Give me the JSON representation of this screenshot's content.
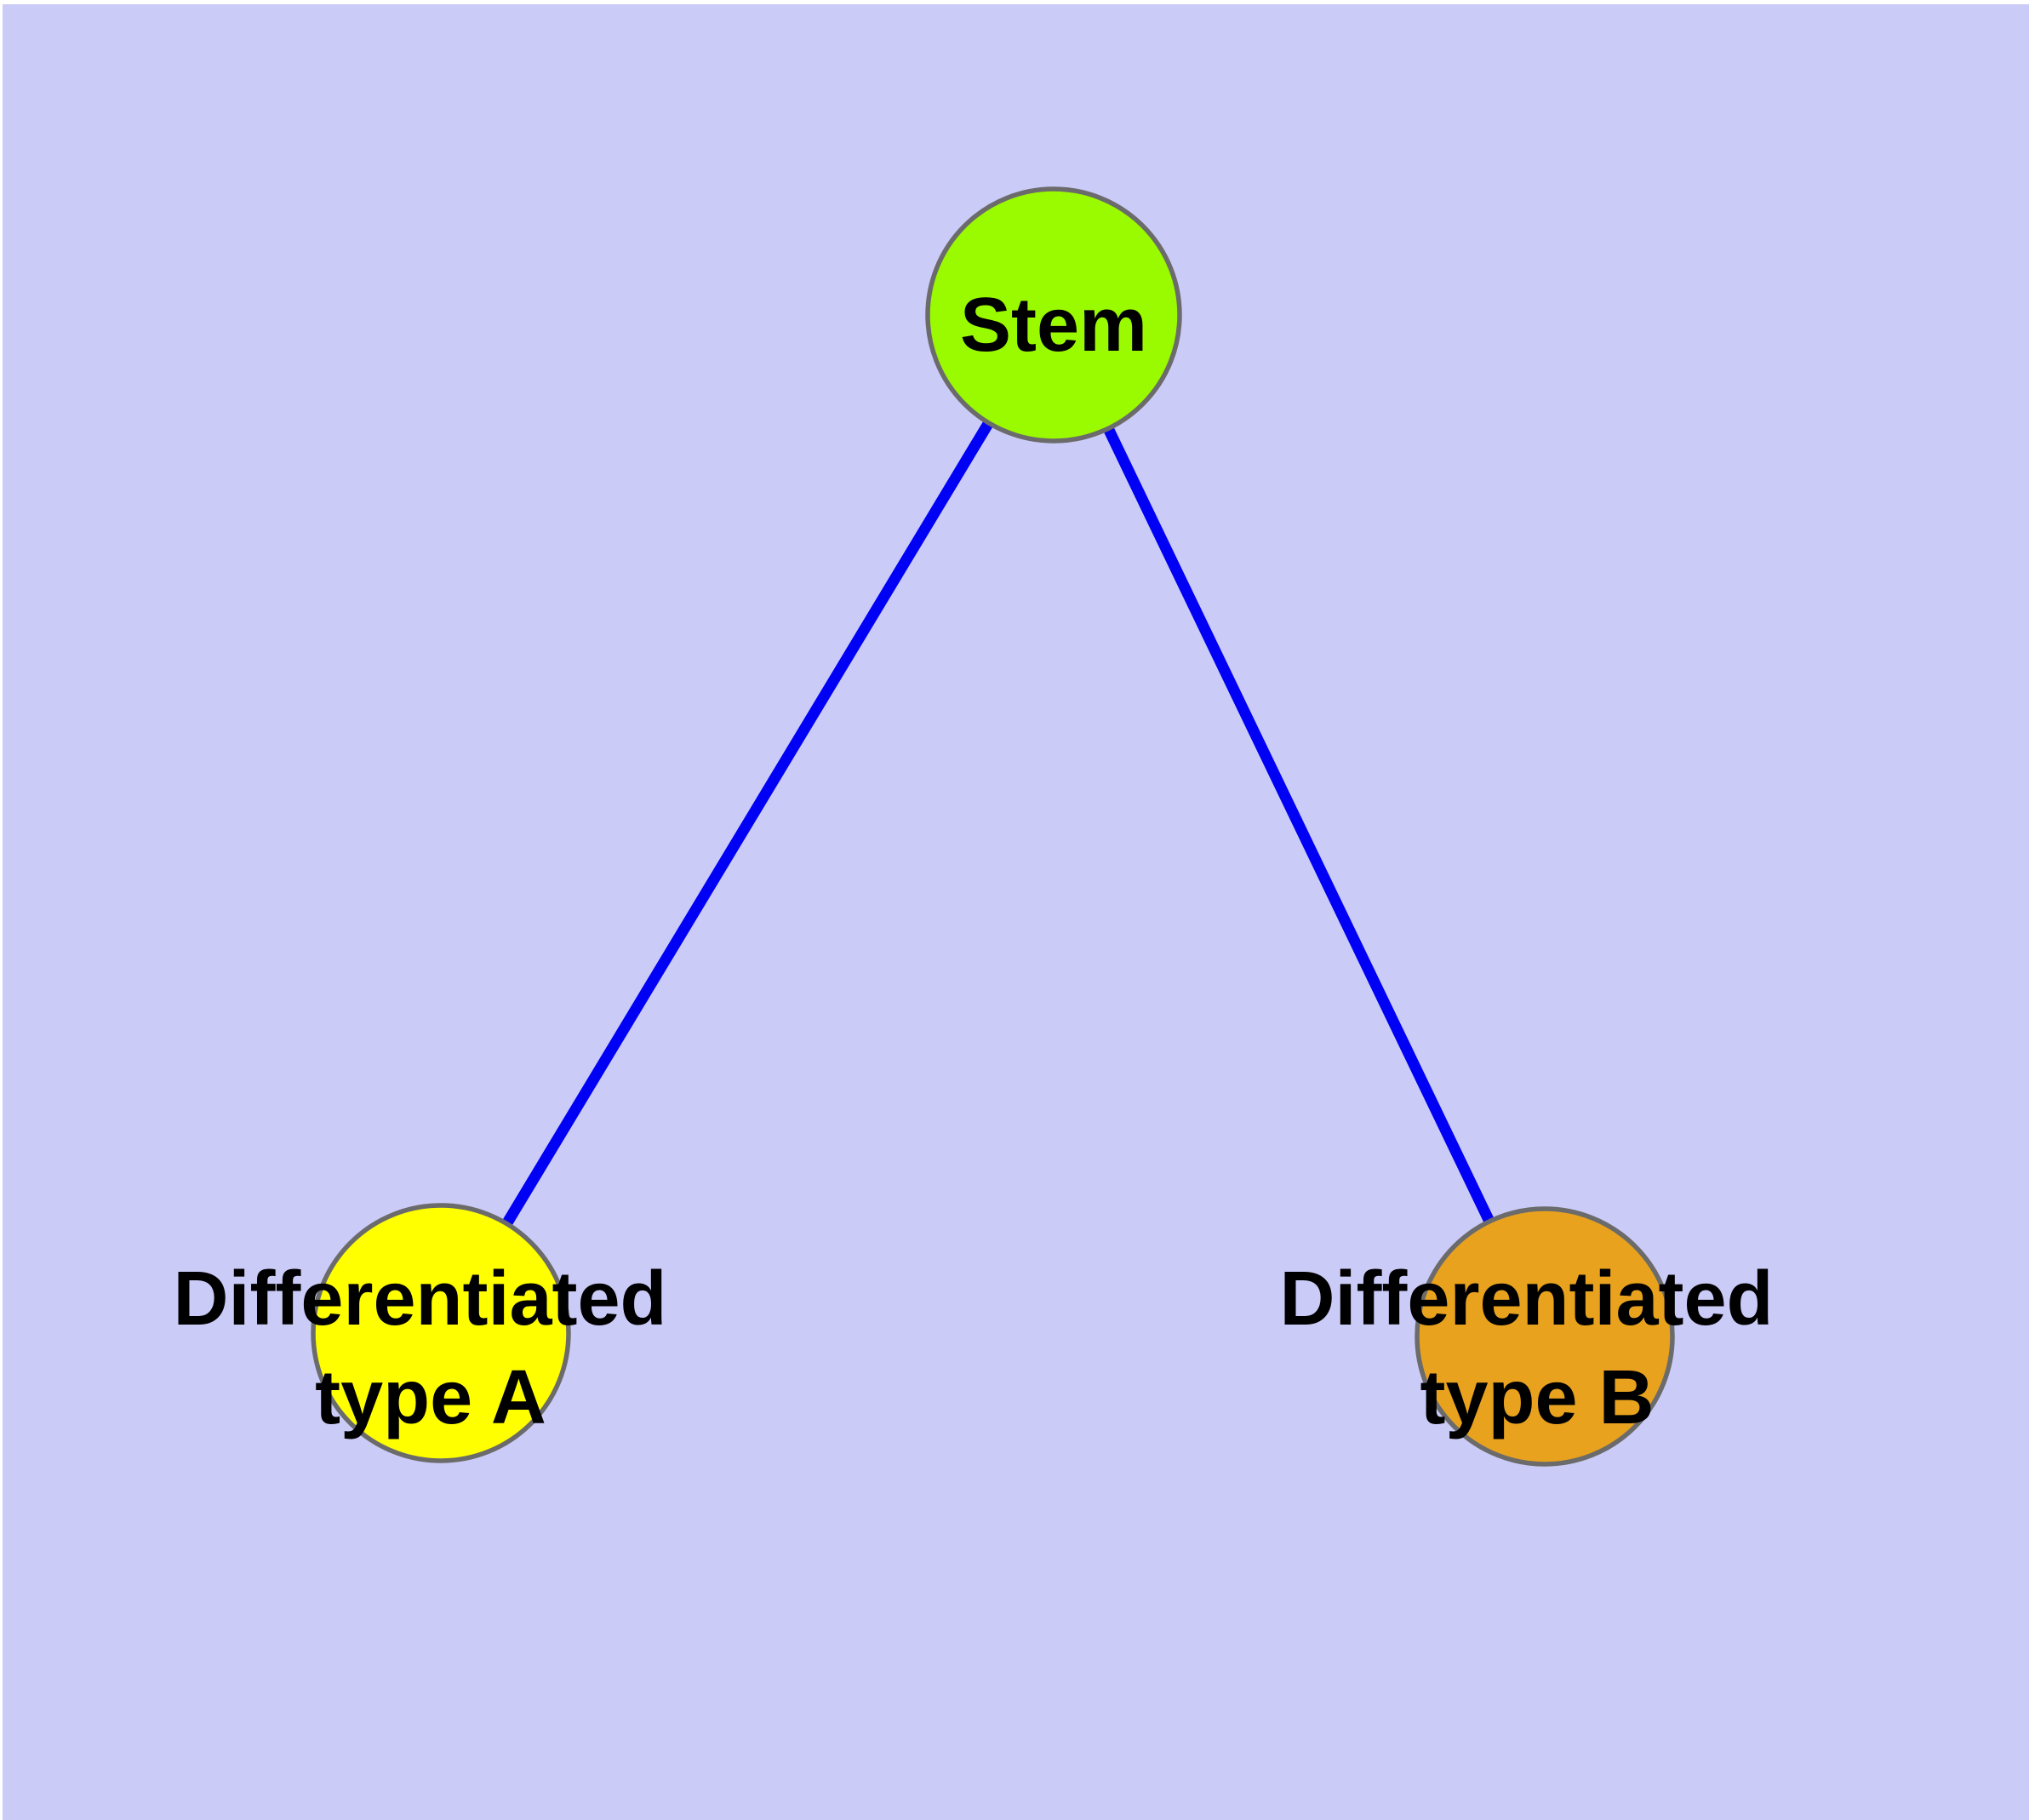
{
  "diagram": {
    "type": "graph",
    "colors": {
      "plot_background": "#CBCBF8",
      "page_margin": "#FFFFFF",
      "edge": "#0000F5",
      "node_border": "#6B6B6B",
      "label_text": "#000000"
    },
    "nodes": [
      {
        "id": "stem",
        "label": "Stem",
        "label_lines": [
          "Stem"
        ],
        "fill": "#9AFA00"
      },
      {
        "id": "differentiated-type-a",
        "label": "Differentiated type A",
        "label_lines": [
          "Differentiated",
          "type A"
        ],
        "fill": "#FFFF00"
      },
      {
        "id": "differentiated-type-b",
        "label": "Differentiated type B",
        "label_lines": [
          "Differentiated",
          "type B"
        ],
        "fill": "#E8A21E"
      }
    ],
    "edges": [
      {
        "from": "stem",
        "to": "differentiated-type-a"
      },
      {
        "from": "stem",
        "to": "differentiated-type-b"
      }
    ]
  }
}
